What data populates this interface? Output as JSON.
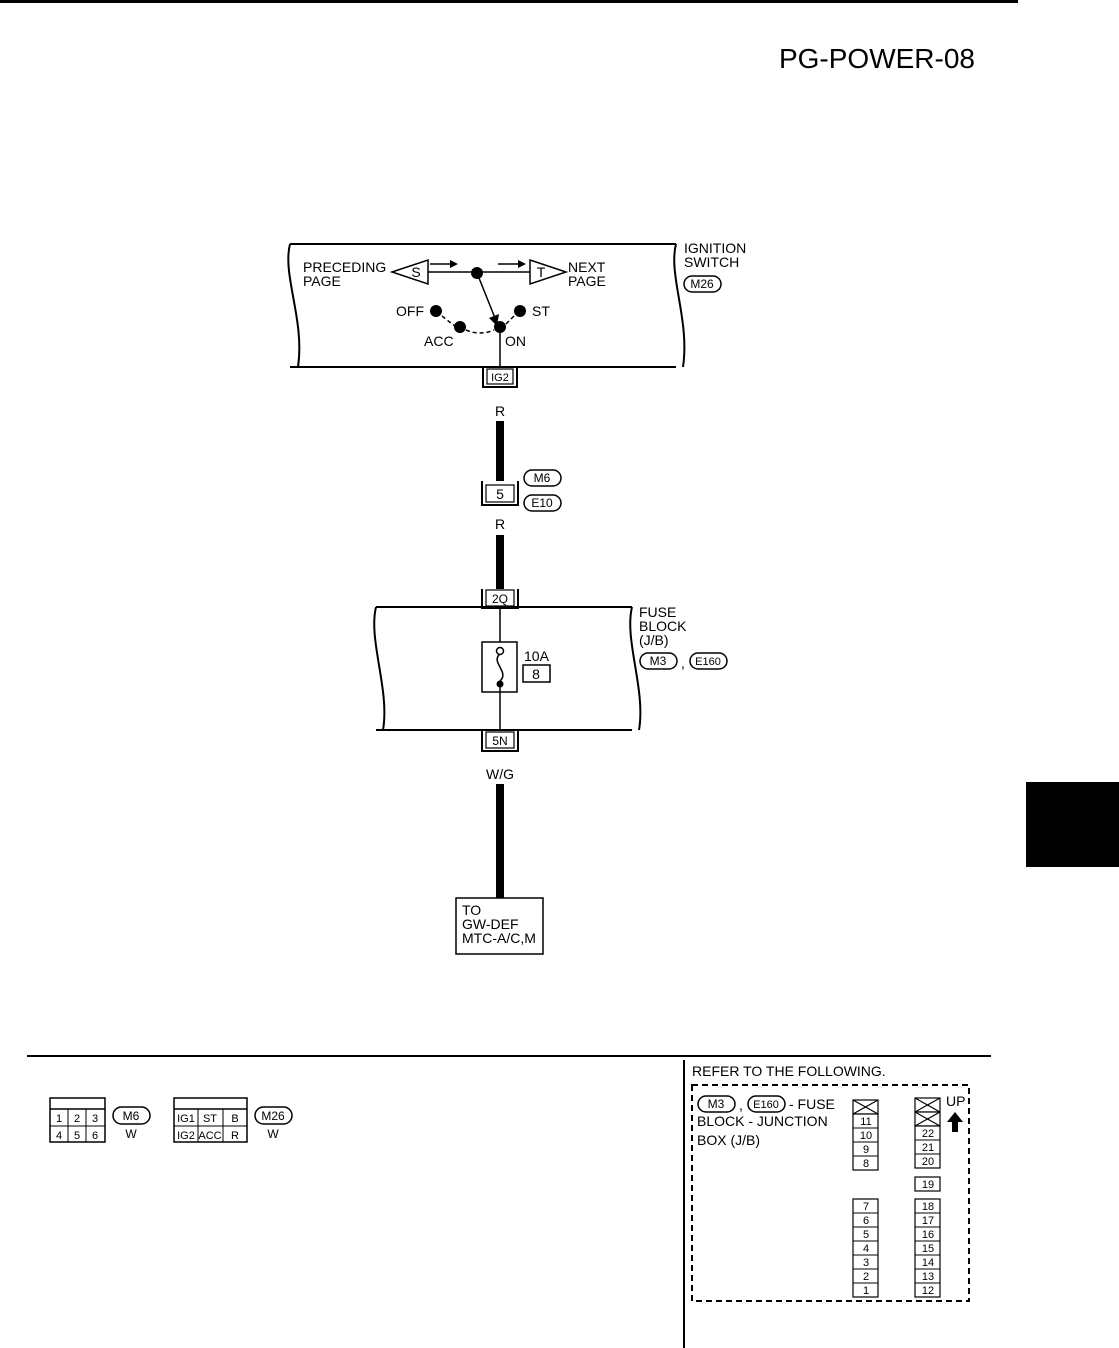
{
  "page_id": "PG-POWER-08",
  "ignition": {
    "name_line1": "IGNITION",
    "name_line2": "SWITCH",
    "connector": "M26",
    "preceding_line1": "PRECEDING",
    "preceding_line2": "PAGE",
    "preceding_ref": "S",
    "next_line1": "NEXT",
    "next_line2": "PAGE",
    "next_ref": "T",
    "positions": {
      "off": "OFF",
      "acc": "ACC",
      "on": "ON",
      "st": "ST"
    },
    "terminal": "IG2"
  },
  "wires": {
    "upper": "R",
    "middle": "R",
    "lower": "W/G"
  },
  "junction": {
    "pin": "5",
    "connector_a": "M6",
    "connector_b": "E10"
  },
  "fuse_block": {
    "line1": "FUSE",
    "line2": "BLOCK",
    "line3": "(J/B)",
    "connector_a": "M3",
    "separator": ",",
    "connector_b": "E160",
    "in_terminal": "2Q",
    "out_terminal": "5N",
    "rating": "10A",
    "fuse_no": "8"
  },
  "destination": {
    "line1": "TO",
    "line2": "GW-DEF",
    "line3": "MTC-A/C,M"
  },
  "connectors": {
    "m6": {
      "id": "M6",
      "color": "W",
      "cells": [
        "1",
        "2",
        "3",
        "4",
        "5",
        "6"
      ]
    },
    "m26": {
      "id": "M26",
      "color": "W",
      "cells": [
        "IG1",
        "ST",
        "B",
        "IG2",
        "ACC",
        "R"
      ]
    }
  },
  "refer": {
    "header": "REFER TO THE FOLLOWING.",
    "conn_a": "M3",
    "sep": ",",
    "conn_b": "E160",
    "desc1": "- FUSE",
    "desc2": "BLOCK - JUNCTION",
    "desc3": "BOX (J/B)",
    "up": "UP",
    "left_col_top": [
      "11",
      "10",
      "9",
      "8"
    ],
    "left_col_bottom": [
      "7",
      "6",
      "5",
      "4",
      "3",
      "2",
      "1"
    ],
    "right_col_top": [
      "22",
      "21",
      "20"
    ],
    "right_mid": "19",
    "right_col_bottom": [
      "18",
      "17",
      "16",
      "15",
      "14",
      "13",
      "12"
    ]
  }
}
